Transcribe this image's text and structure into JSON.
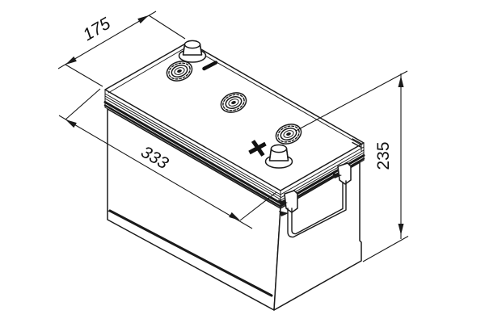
{
  "drawing": {
    "subject": "battery-isometric-technical-drawing",
    "background_color": "#ffffff",
    "line_color": "#1a1a1a",
    "dimensions": {
      "depth": {
        "value": "175",
        "position": "top-left-diagonal"
      },
      "length": {
        "value": "333",
        "position": "front-face-diagonal"
      },
      "height": {
        "value": "235",
        "position": "right-vertical"
      }
    },
    "markings": {
      "negative_terminal_symbol": "-",
      "positive_terminal_symbol": "+"
    },
    "features": [
      "negative-terminal-post",
      "positive-terminal-post",
      "vent-cap x3",
      "carry-handle",
      "lid-ledge-bands",
      "base-foot-step"
    ]
  }
}
